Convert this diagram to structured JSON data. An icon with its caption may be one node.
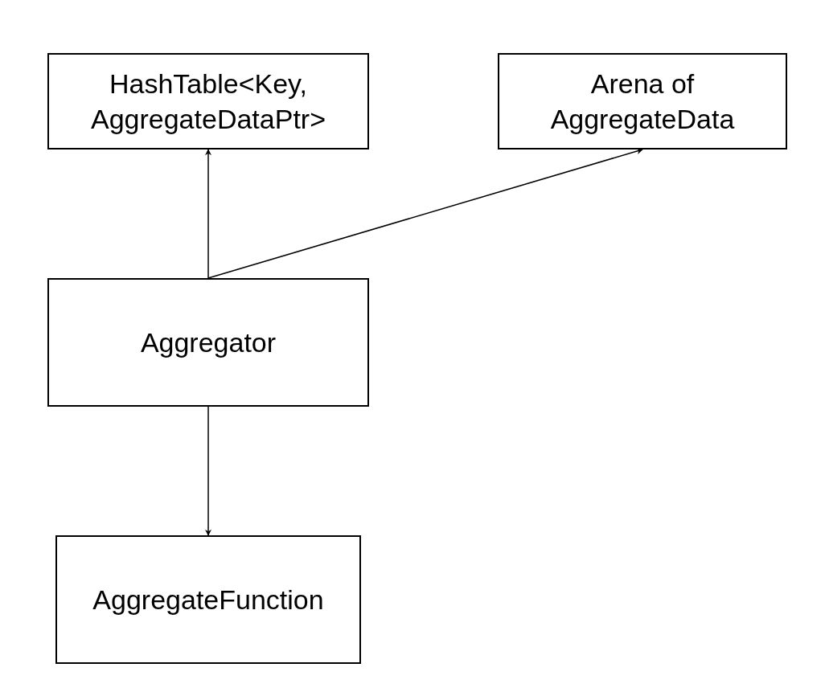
{
  "diagram": {
    "nodes": [
      {
        "text": [
          "HashTable<Key, AggregateDataPtr>"
        ]
      },
      {
        "text": [
          "Arena of AggregateData"
        ]
      },
      {
        "text": [
          "Aggregator"
        ]
      },
      {
        "text": [
          "AggregateFunction"
        ]
      }
    ],
    "edges": [
      {
        "from": 2,
        "to": 0,
        "arrow": "to"
      },
      {
        "from": 2,
        "to": 1,
        "arrow": "to"
      },
      {
        "from": 2,
        "to": 3,
        "arrow": "to"
      }
    ]
  }
}
